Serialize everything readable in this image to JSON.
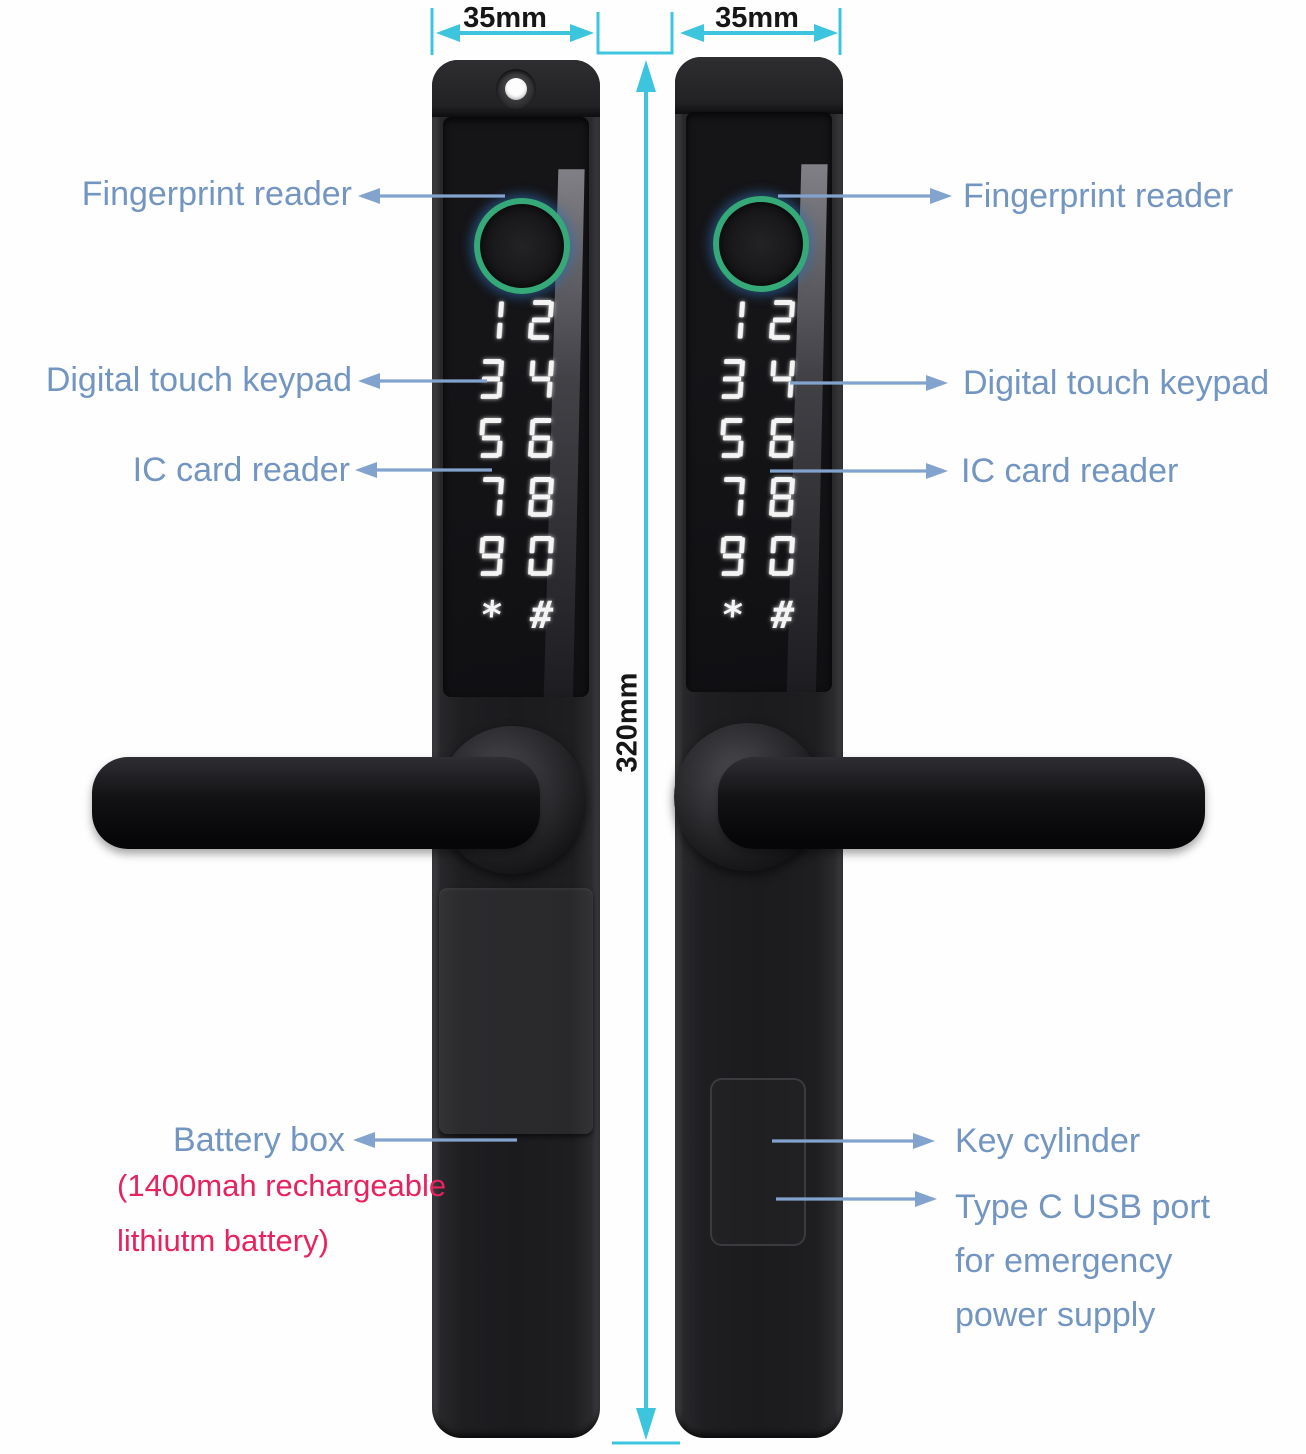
{
  "title": "Smart slim door lock annotated diagram",
  "dimensions": {
    "left_width": "35mm",
    "right_width": "35mm",
    "height": "320mm"
  },
  "left_labels": {
    "fingerprint": "Fingerprint reader",
    "keypad": "Digital touch keypad",
    "ic_card": "IC card reader",
    "battery": "Battery box",
    "battery_note_line1": "(1400mah rechargeable",
    "battery_note_line2": "lithiutm battery)"
  },
  "right_labels": {
    "fingerprint": "Fingerprint reader",
    "keypad": "Digital touch keypad",
    "ic_card": "IC card reader",
    "key_cylinder": "Key cylinder",
    "usb_line1": "Type C USB port",
    "usb_line2": "for emergency",
    "usb_line3": "power supply"
  },
  "keypad": {
    "keys": [
      "1",
      "2",
      "3",
      "4",
      "5",
      "6",
      "7",
      "8",
      "9",
      "0",
      "*",
      "#"
    ]
  },
  "colors": {
    "label_blue": "#7295c2",
    "note_red": "#e8215f",
    "dim_cyan": "#3cc5dc",
    "arrow_blue": "#82a3ce",
    "ring_green": "#35a978",
    "lock_body": "#1b1b1e"
  }
}
